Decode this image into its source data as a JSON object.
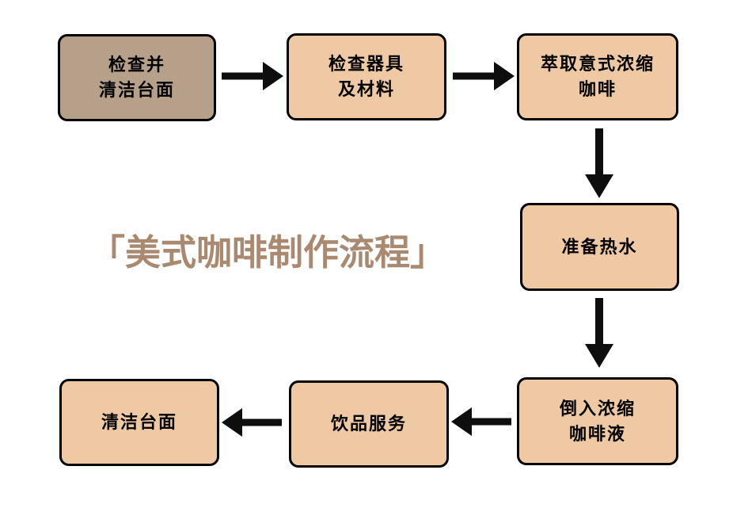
{
  "diagram": {
    "title": "「美式咖啡制作流程」",
    "colors": {
      "background": "#ffffff",
      "node_fill": "#efc9a4",
      "start_node_fill": "#b7a089",
      "node_border": "#000000",
      "node_text": "#000000",
      "arrow": "#0e0e0e",
      "title_text": "#a98a71"
    },
    "nodes": [
      {
        "id": "step-1",
        "label": "检查并\n清洁台面",
        "variant": "start"
      },
      {
        "id": "step-2",
        "label": "检查器具\n及材料",
        "variant": "normal"
      },
      {
        "id": "step-3",
        "label": "萃取意式浓缩\n咖啡",
        "variant": "normal"
      },
      {
        "id": "step-4",
        "label": "准备热水",
        "variant": "normal"
      },
      {
        "id": "step-5",
        "label": "倒入浓缩\n咖啡液",
        "variant": "normal"
      },
      {
        "id": "step-6",
        "label": "饮品服务",
        "variant": "normal"
      },
      {
        "id": "step-7",
        "label": "清洁台面",
        "variant": "normal"
      }
    ],
    "edges": [
      {
        "from": "step-1",
        "to": "step-2",
        "direction": "right"
      },
      {
        "from": "step-2",
        "to": "step-3",
        "direction": "right"
      },
      {
        "from": "step-3",
        "to": "step-4",
        "direction": "down"
      },
      {
        "from": "step-4",
        "to": "step-5",
        "direction": "down"
      },
      {
        "from": "step-5",
        "to": "step-6",
        "direction": "left"
      },
      {
        "from": "step-6",
        "to": "step-7",
        "direction": "left"
      }
    ]
  }
}
